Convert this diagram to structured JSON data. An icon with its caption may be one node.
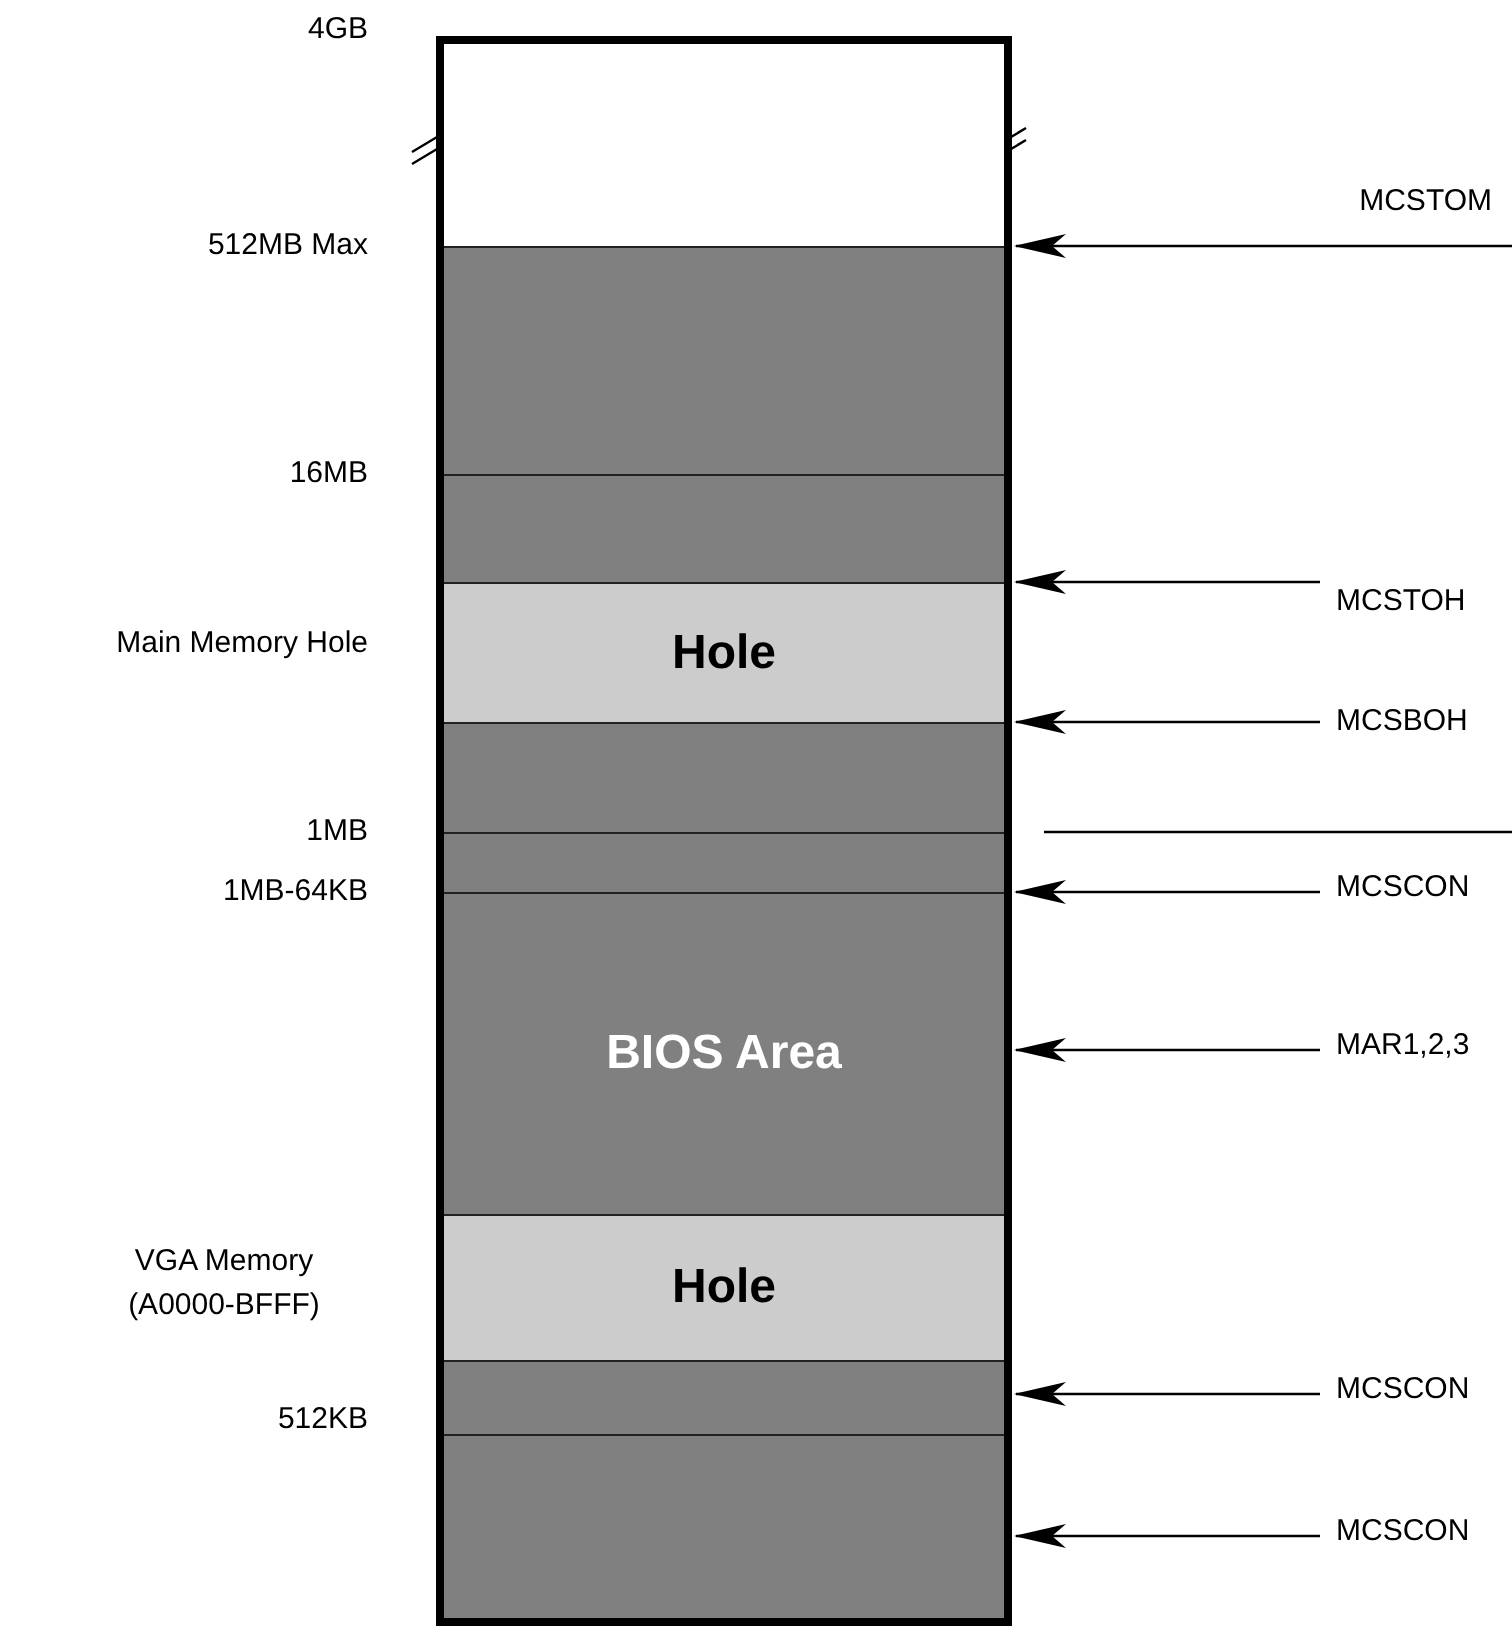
{
  "diagram": {
    "nodes": [
      {
        "text": [],
        "shape": "box"
      },
      {
        "text": [],
        "shape": "box",
        "in": 0
      },
      {
        "text": [],
        "shape": "box",
        "in": 0
      },
      {
        "text": [],
        "shape": "box",
        "in": 0
      },
      {
        "text": [
          "Hole"
        ],
        "in": 0
      },
      {
        "text": [],
        "shape": "box",
        "in": 0
      },
      {
        "text": [],
        "shape": "box",
        "in": 0
      },
      {
        "text": [
          "BIOS Area"
        ],
        "in": 0
      },
      {
        "text": [
          "Hole"
        ],
        "in": 0
      },
      {
        "text": [],
        "shape": "box",
        "in": 0
      },
      {
        "text": [],
        "shape": "box",
        "in": 0
      },
      {
        "text": [
          "MCSTOM"
        ]
      },
      {
        "text": [
          "MCSTOH"
        ]
      },
      {
        "text": [
          "MCSBOH"
        ]
      },
      {
        "text": [
          "MCSCON"
        ]
      },
      {
        "text": [
          "MAR1,2,3"
        ]
      },
      {
        "text": [
          "MCSCON"
        ]
      },
      {
        "text": [
          "MCSCON"
        ]
      }
    ],
    "edges": [
      {
        "from": 11,
        "to": 0,
        "arrow": "to"
      },
      {
        "from": 12,
        "to": 0,
        "arrow": "to"
      },
      {
        "from": 13,
        "to": 0,
        "arrow": "to"
      },
      {
        "from": 14,
        "to": 0,
        "arrow": "to"
      },
      {
        "from": 15,
        "to": 0,
        "arrow": "to"
      },
      {
        "from": 16,
        "to": 0,
        "arrow": "to"
      },
      {
        "from": 17,
        "to": 0,
        "arrow": "to"
      }
    ],
    "labels": [
      "4GB",
      "512MB Max",
      "16MB",
      "Main Memory Hole",
      "1MB",
      "1MB-64KB",
      "VGA Memory (A0000-BFFF)",
      "512KB"
    ]
  }
}
